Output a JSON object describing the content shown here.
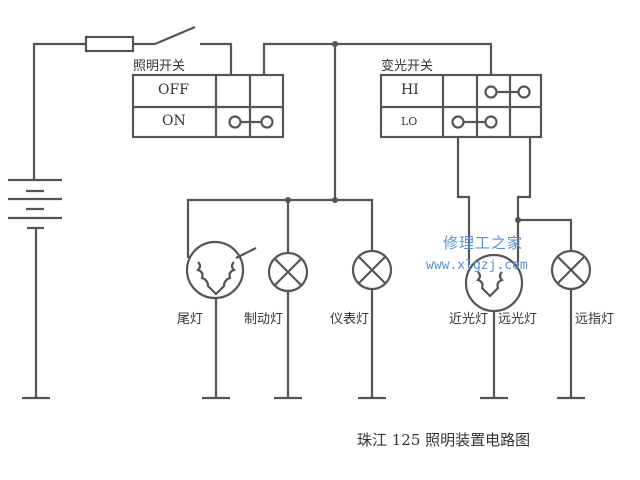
{
  "labels": {
    "lighting_switch": "照明开关",
    "dimmer_switch": "变光开关",
    "tail_lamp": "尾灯",
    "brake_lamp": "制动灯",
    "instrument_lamp": "仪表灯",
    "low_beam": "近光灯",
    "high_beam": "远光灯",
    "high_indicator": "远指灯"
  },
  "lighting_switch_rows": [
    "OFF",
    "ON"
  ],
  "dimmer_switch_rows": [
    "HI",
    "LO"
  ],
  "watermark": {
    "name": "修理工之家",
    "url": "www.xlgzj.com"
  },
  "caption": "珠江 125 照明装置电路图",
  "colors": {
    "line": "#555555",
    "watermark": "#5b8fc9"
  }
}
